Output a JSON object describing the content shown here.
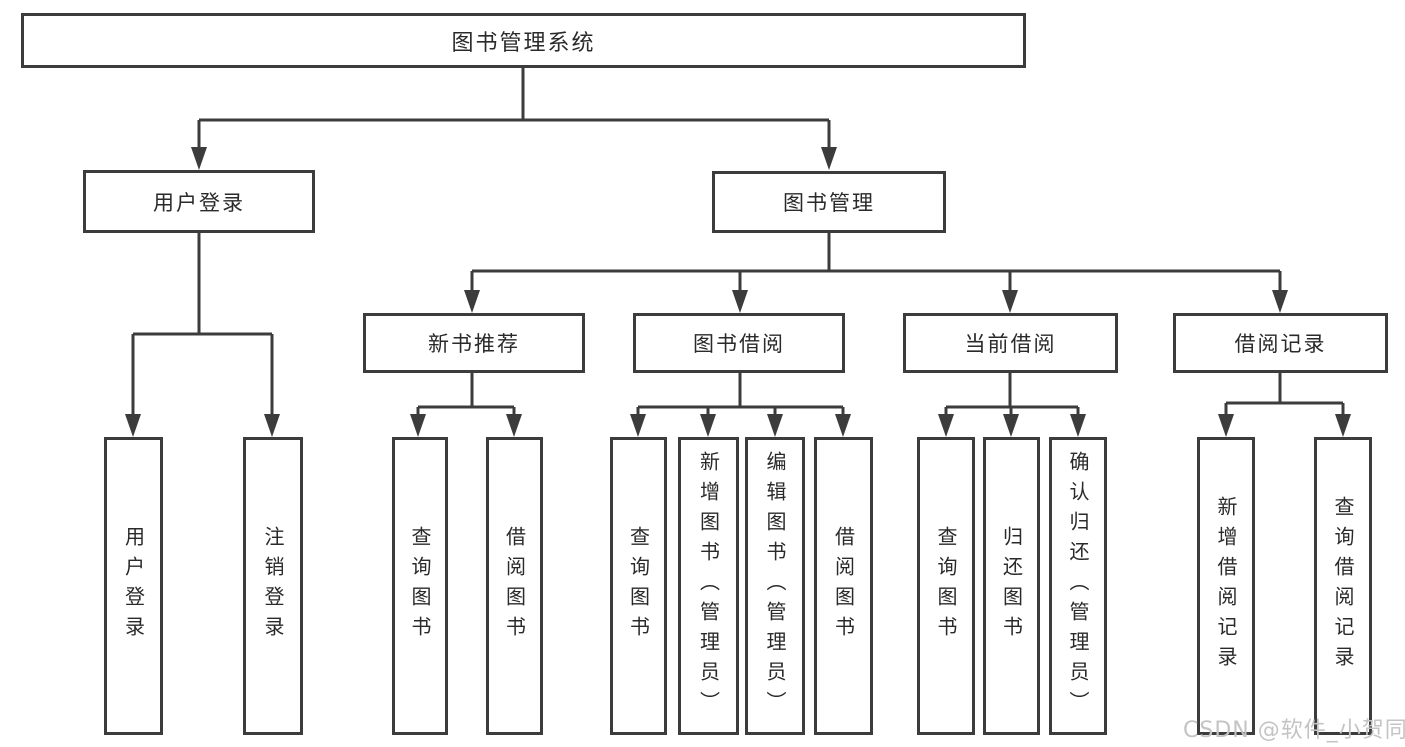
{
  "tree": {
    "label": "图书管理系统",
    "children": [
      {
        "label": "用户登录",
        "children": [
          {
            "label": "用户登录"
          },
          {
            "label": "注销登录"
          }
        ]
      },
      {
        "label": "图书管理",
        "children": [
          {
            "label": "新书推荐",
            "children": [
              {
                "label": "查询图书"
              },
              {
                "label": "借阅图书"
              }
            ]
          },
          {
            "label": "图书借阅",
            "children": [
              {
                "label": "查询图书"
              },
              {
                "label": "新增图书（管理员）"
              },
              {
                "label": "编辑图书（管理员）"
              },
              {
                "label": "借阅图书"
              }
            ]
          },
          {
            "label": "当前借阅",
            "children": [
              {
                "label": "查询图书"
              },
              {
                "label": "归还图书"
              },
              {
                "label": "确认归还（管理员）"
              }
            ]
          },
          {
            "label": "借阅记录",
            "children": [
              {
                "label": "新增借阅记录"
              },
              {
                "label": "查询借阅记录"
              }
            ]
          }
        ]
      }
    ]
  },
  "watermark": "CSDN @软件_小贺同学",
  "colors": {
    "line": "#3c3c3c",
    "text": "#2a2a2a",
    "watermark": "#c4c4c4",
    "background": "#ffffff"
  }
}
